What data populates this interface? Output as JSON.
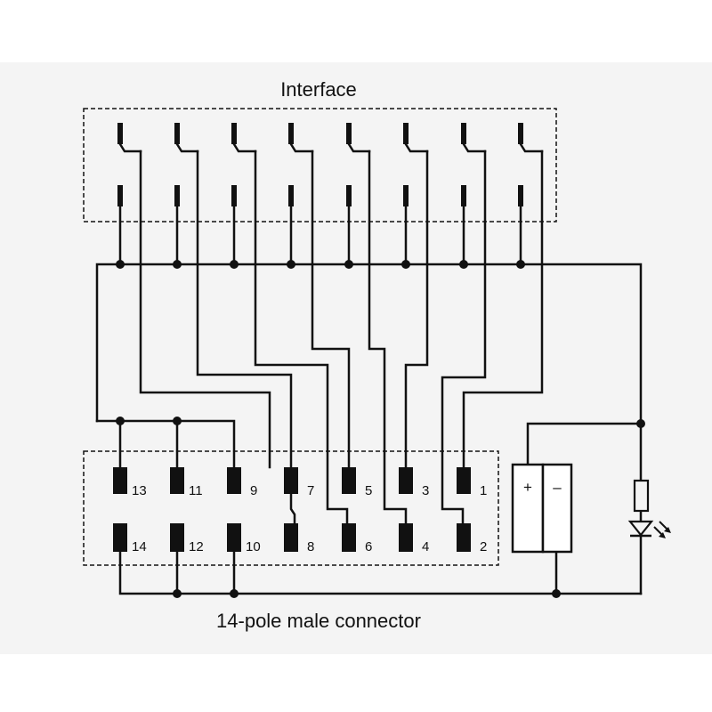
{
  "title_top": "Interface",
  "title_bottom": "14-pole male connector",
  "pins_top_row": [
    "13",
    "11",
    "9",
    "7",
    "5",
    "3",
    "1"
  ],
  "pins_bottom_row": [
    "14",
    "12",
    "10",
    "8",
    "6",
    "4",
    "2"
  ],
  "supply": {
    "plus": "+",
    "minus": "–"
  },
  "indicator": "led-icon"
}
